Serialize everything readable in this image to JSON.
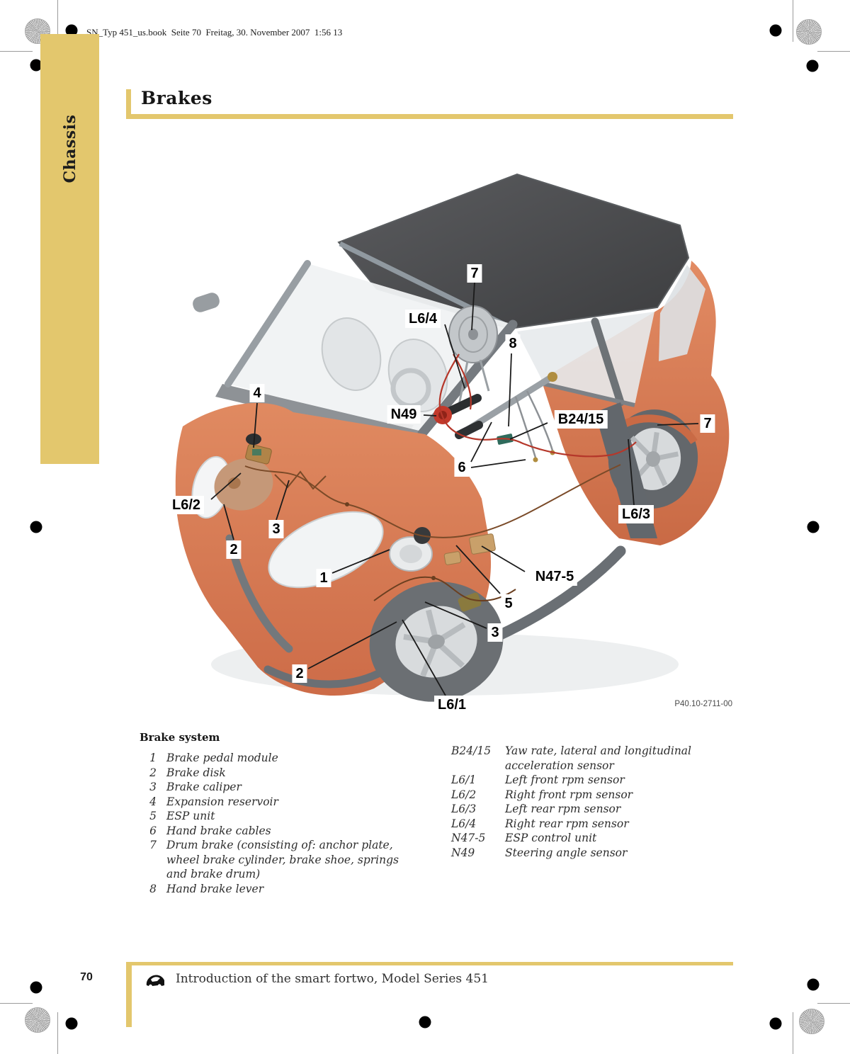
{
  "print_header": {
    "text": "SN_Typ 451_us.book  Seite 70  Freitag, 30. November 2007  1:56 13"
  },
  "sidebar": {
    "tab_label": "Chassis"
  },
  "section": {
    "title": "Brakes"
  },
  "figure": {
    "ref_code": "P40.10-2711-00",
    "callouts": [
      {
        "label": "7"
      },
      {
        "label": "L6/4"
      },
      {
        "label": "8"
      },
      {
        "label": "N49"
      },
      {
        "label": "B24/15"
      },
      {
        "label": "6"
      },
      {
        "label": "4"
      },
      {
        "label": "L6/2"
      },
      {
        "label": "3"
      },
      {
        "label": "2"
      },
      {
        "label": "1"
      },
      {
        "label": "N47-5"
      },
      {
        "label": "5"
      },
      {
        "label": "3"
      },
      {
        "label": "2"
      },
      {
        "label": "L6/1"
      },
      {
        "label": "7"
      },
      {
        "label": "L6/3"
      }
    ]
  },
  "legend": {
    "heading": "Brake system",
    "items": [
      {
        "num": "1",
        "text": "Brake pedal module"
      },
      {
        "num": "2",
        "text": "Brake disk"
      },
      {
        "num": "3",
        "text": "Brake caliper"
      },
      {
        "num": "4",
        "text": "Expansion reservoir"
      },
      {
        "num": "5",
        "text": "ESP unit"
      },
      {
        "num": "6",
        "text": "Hand brake cables"
      },
      {
        "num": "7",
        "text": "Drum brake (consisting of: anchor plate, wheel brake cylinder, brake shoe, springs and brake drum)"
      },
      {
        "num": "8",
        "text": "Hand brake lever"
      }
    ],
    "codes": [
      {
        "code": "B24/15",
        "text": "Yaw rate, lateral and longitudinal acceleration sensor"
      },
      {
        "code": "L6/1",
        "text": "Left front rpm sensor"
      },
      {
        "code": "L6/2",
        "text": "Right front rpm sensor"
      },
      {
        "code": "L6/3",
        "text": "Left rear rpm sensor"
      },
      {
        "code": "L6/4",
        "text": "Right rear rpm sensor"
      },
      {
        "code": "N47-5",
        "text": "ESP control unit"
      },
      {
        "code": "N49",
        "text": "Steering angle sensor"
      }
    ]
  },
  "footer": {
    "page_number": "70",
    "icon": "car-icon",
    "text": "Introduction of the smart fortwo, Model Series 451"
  },
  "colors": {
    "accent_yellow": "#e3c76d",
    "body_orange": "#d97a58",
    "roof_gray": "#48494b"
  }
}
